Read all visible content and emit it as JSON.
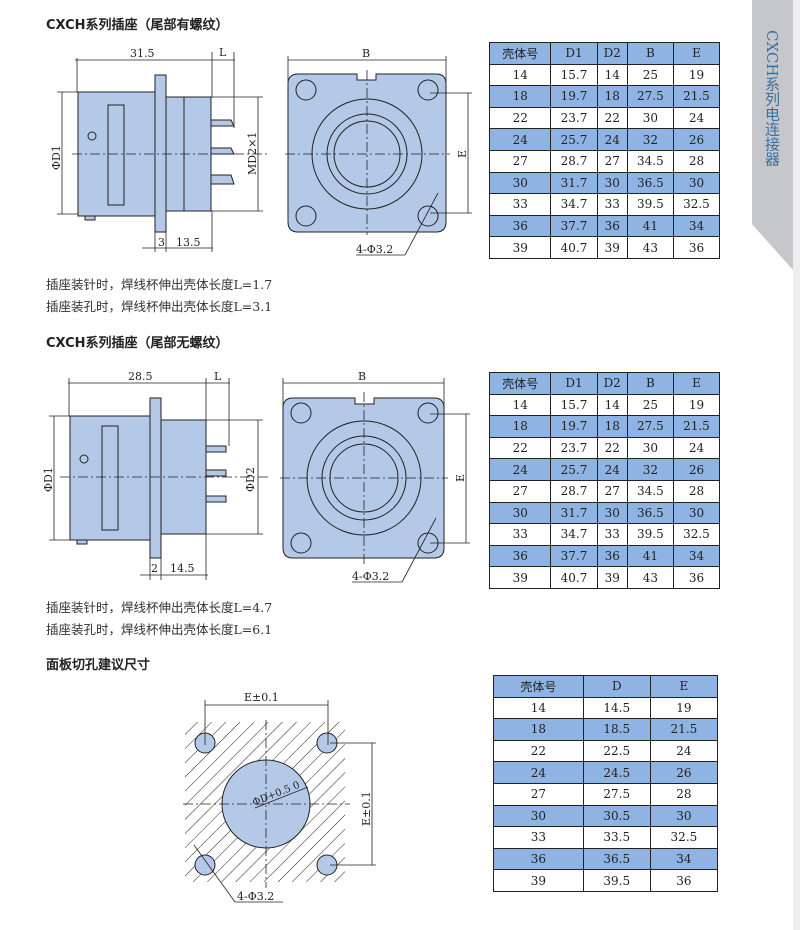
{
  "side_tab": {
    "text": "CXCH系列电连接器"
  },
  "sections": [
    {
      "title": "CXCH系列插座（尾部有螺纹）",
      "notes": [
        "插座装针时，焊线杯伸出壳体长度L=1.7",
        "插座装孔时，焊线杯伸出壳体长度L=3.1"
      ],
      "dims": {
        "length": "31.5",
        "L": "L",
        "d1": "ΦD1",
        "d2": "MD2×1",
        "flange": "3",
        "rear": "13.5",
        "B": "B",
        "E": "E",
        "holes": "4-Φ3.2"
      },
      "table": {
        "headers": [
          "壳体号",
          "D1",
          "D2",
          "B",
          "E"
        ],
        "rows": [
          [
            "14",
            "15.7",
            "14",
            "25",
            "19"
          ],
          [
            "18",
            "19.7",
            "18",
            "27.5",
            "21.5"
          ],
          [
            "22",
            "23.7",
            "22",
            "30",
            "24"
          ],
          [
            "24",
            "25.7",
            "24",
            "32",
            "26"
          ],
          [
            "27",
            "28.7",
            "27",
            "34.5",
            "28"
          ],
          [
            "30",
            "31.7",
            "30",
            "36.5",
            "30"
          ],
          [
            "33",
            "34.7",
            "33",
            "39.5",
            "32.5"
          ],
          [
            "36",
            "37.7",
            "36",
            "41",
            "34"
          ],
          [
            "39",
            "40.7",
            "39",
            "43",
            "36"
          ]
        ]
      }
    },
    {
      "title": "CXCH系列插座（尾部无螺纹）",
      "notes": [
        "插座装针时，焊线杯伸出壳体长度L=4.7",
        "插座装孔时，焊线杯伸出壳体长度L=6.1"
      ],
      "dims": {
        "length": "28.5",
        "L": "L",
        "d1": "ΦD1",
        "d2": "ΦD2",
        "flange": "2",
        "rear": "14.5",
        "B": "B",
        "E": "E",
        "holes": "4-Φ3.2"
      },
      "table": {
        "headers": [
          "壳体号",
          "D1",
          "D2",
          "B",
          "E"
        ],
        "rows": [
          [
            "14",
            "15.7",
            "14",
            "25",
            "19"
          ],
          [
            "18",
            "19.7",
            "18",
            "27.5",
            "21.5"
          ],
          [
            "22",
            "23.7",
            "22",
            "30",
            "24"
          ],
          [
            "24",
            "25.7",
            "24",
            "32",
            "26"
          ],
          [
            "27",
            "28.7",
            "27",
            "34.5",
            "28"
          ],
          [
            "30",
            "31.7",
            "30",
            "36.5",
            "30"
          ],
          [
            "33",
            "34.7",
            "33",
            "39.5",
            "32.5"
          ],
          [
            "36",
            "37.7",
            "36",
            "41",
            "34"
          ],
          [
            "39",
            "40.7",
            "39",
            "43",
            "36"
          ]
        ]
      }
    },
    {
      "title": "面板切孔建议尺寸",
      "dims": {
        "e_h": "E±0.1",
        "e_v": "E±0.1",
        "d": "ΦD+0.5 0",
        "holes": "4-Φ3.2"
      },
      "table": {
        "headers": [
          "壳体号",
          "D",
          "E"
        ],
        "rows": [
          [
            "14",
            "14.5",
            "19"
          ],
          [
            "18",
            "18.5",
            "21.5"
          ],
          [
            "22",
            "22.5",
            "24"
          ],
          [
            "24",
            "24.5",
            "26"
          ],
          [
            "27",
            "27.5",
            "28"
          ],
          [
            "30",
            "30.5",
            "30"
          ],
          [
            "33",
            "33.5",
            "32.5"
          ],
          [
            "36",
            "36.5",
            "34"
          ],
          [
            "39",
            "39.5",
            "36"
          ]
        ]
      }
    }
  ],
  "colors": {
    "fill": "#b4c8e8",
    "highlight": "#8fb4e3",
    "tab": "#c5c7ca"
  }
}
